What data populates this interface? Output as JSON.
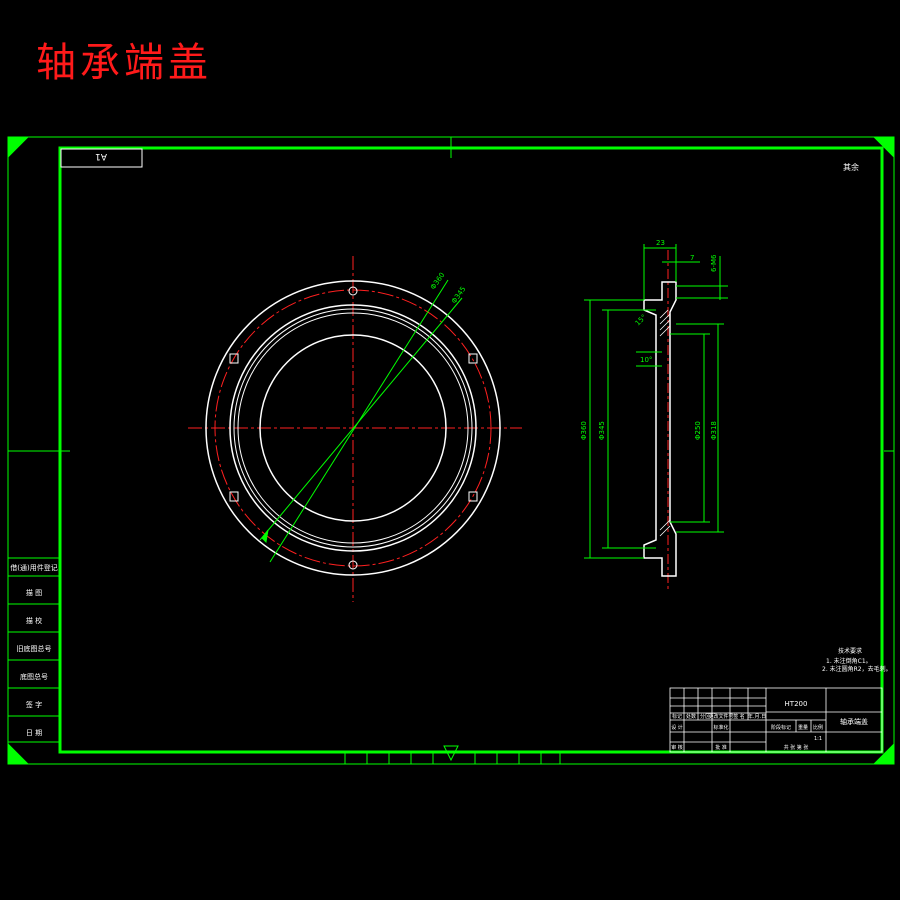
{
  "page_title": "轴承端盖",
  "sheet": {
    "code_box": "A1",
    "corner_label": "其余"
  },
  "side_table": {
    "rows": [
      "借(通)用件登记",
      "描 图",
      "描 校",
      "旧底图总号",
      "底图总号",
      "签 字",
      "日 期"
    ]
  },
  "dimensions": {
    "dia_outer_circle": "Φ360",
    "dia_bolt_circle": "Φ345",
    "dim_top_width": "23",
    "dim_top_small": "7",
    "dim_top_right": "6-M6",
    "dim_chamfer": "15°",
    "dim_angle": "10°",
    "dim_left_outer": "Φ360",
    "dim_left_inner": "Φ345",
    "dim_right_1": "Φ250",
    "dim_right_2": "Φ318"
  },
  "notes": {
    "title": "技术要求",
    "line1": "1. 未注倒角C1。",
    "line2": "2. 未注圆角R2，去毛刺。"
  },
  "title_block": {
    "material": "HT200",
    "part_name": "轴承端盖",
    "header_cells": [
      "标记",
      "处数",
      "分区",
      "更改文件号",
      "签 名",
      "年.月.日"
    ],
    "design": "设 计",
    "check": "审 核",
    "standard": "标准化",
    "approve": "批 准",
    "stage_label": "阶段标记",
    "weight_label": "重量",
    "scale_label": "比例",
    "scale_value": "1:1",
    "sheets": "共  张  第  张"
  },
  "colors": {
    "frame": "#00ff00",
    "part": "#ffffff",
    "centerline": "#ff2020",
    "dimension": "#00ff00",
    "title_text": "#ff1a1a"
  }
}
